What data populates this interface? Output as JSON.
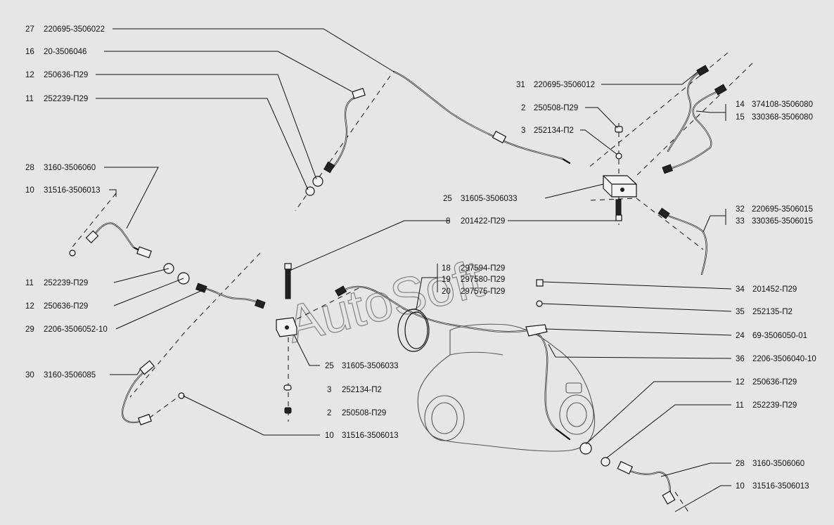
{
  "watermark": "AutoSoft",
  "labels": [
    {
      "num": "27",
      "code": "220695-3506022"
    },
    {
      "num": "16",
      "code": "20-3506046"
    },
    {
      "num": "12",
      "code": "250636-П29"
    },
    {
      "num": "11",
      "code": "252239-П29"
    },
    {
      "num": "28",
      "code": "3160-3506060"
    },
    {
      "num": "10",
      "code": "31516-3506013"
    },
    {
      "num": "11",
      "code": "252239-П29"
    },
    {
      "num": "12",
      "code": "250636-П29"
    },
    {
      "num": "29",
      "code": "2206-3506052-10"
    },
    {
      "num": "30",
      "code": "3160-3506085"
    },
    {
      "num": "31",
      "code": "220695-3506012"
    },
    {
      "num": "2",
      "code": "250508-П29"
    },
    {
      "num": "3",
      "code": "252134-П2"
    },
    {
      "num": "14",
      "code": "374108-3506080"
    },
    {
      "num": "15",
      "code": "330368-3506080"
    },
    {
      "num": "25",
      "code": "31605-3506033"
    },
    {
      "num": "8",
      "code": "201422-П29"
    },
    {
      "num": "32",
      "code": "220695-3506015"
    },
    {
      "num": "33",
      "code": "330365-3506015"
    },
    {
      "num": "18",
      "code": "297594-П29"
    },
    {
      "num": "19",
      "code": "297580-П29"
    },
    {
      "num": "20",
      "code": "297575-П29"
    },
    {
      "num": "34",
      "code": "201452-П29"
    },
    {
      "num": "35",
      "code": "252135-П2"
    },
    {
      "num": "24",
      "code": "69-3506050-01"
    },
    {
      "num": "25",
      "code": "31605-3506033"
    },
    {
      "num": "36",
      "code": "2206-3506040-10"
    },
    {
      "num": "3",
      "code": "252134-П2"
    },
    {
      "num": "12",
      "code": "250636-П29"
    },
    {
      "num": "2",
      "code": "250508-П29"
    },
    {
      "num": "11",
      "code": "252239-П29"
    },
    {
      "num": "10",
      "code": "31516-3506013"
    },
    {
      "num": "28",
      "code": "3160-3506060"
    },
    {
      "num": "10",
      "code": "31516-3506013"
    }
  ]
}
